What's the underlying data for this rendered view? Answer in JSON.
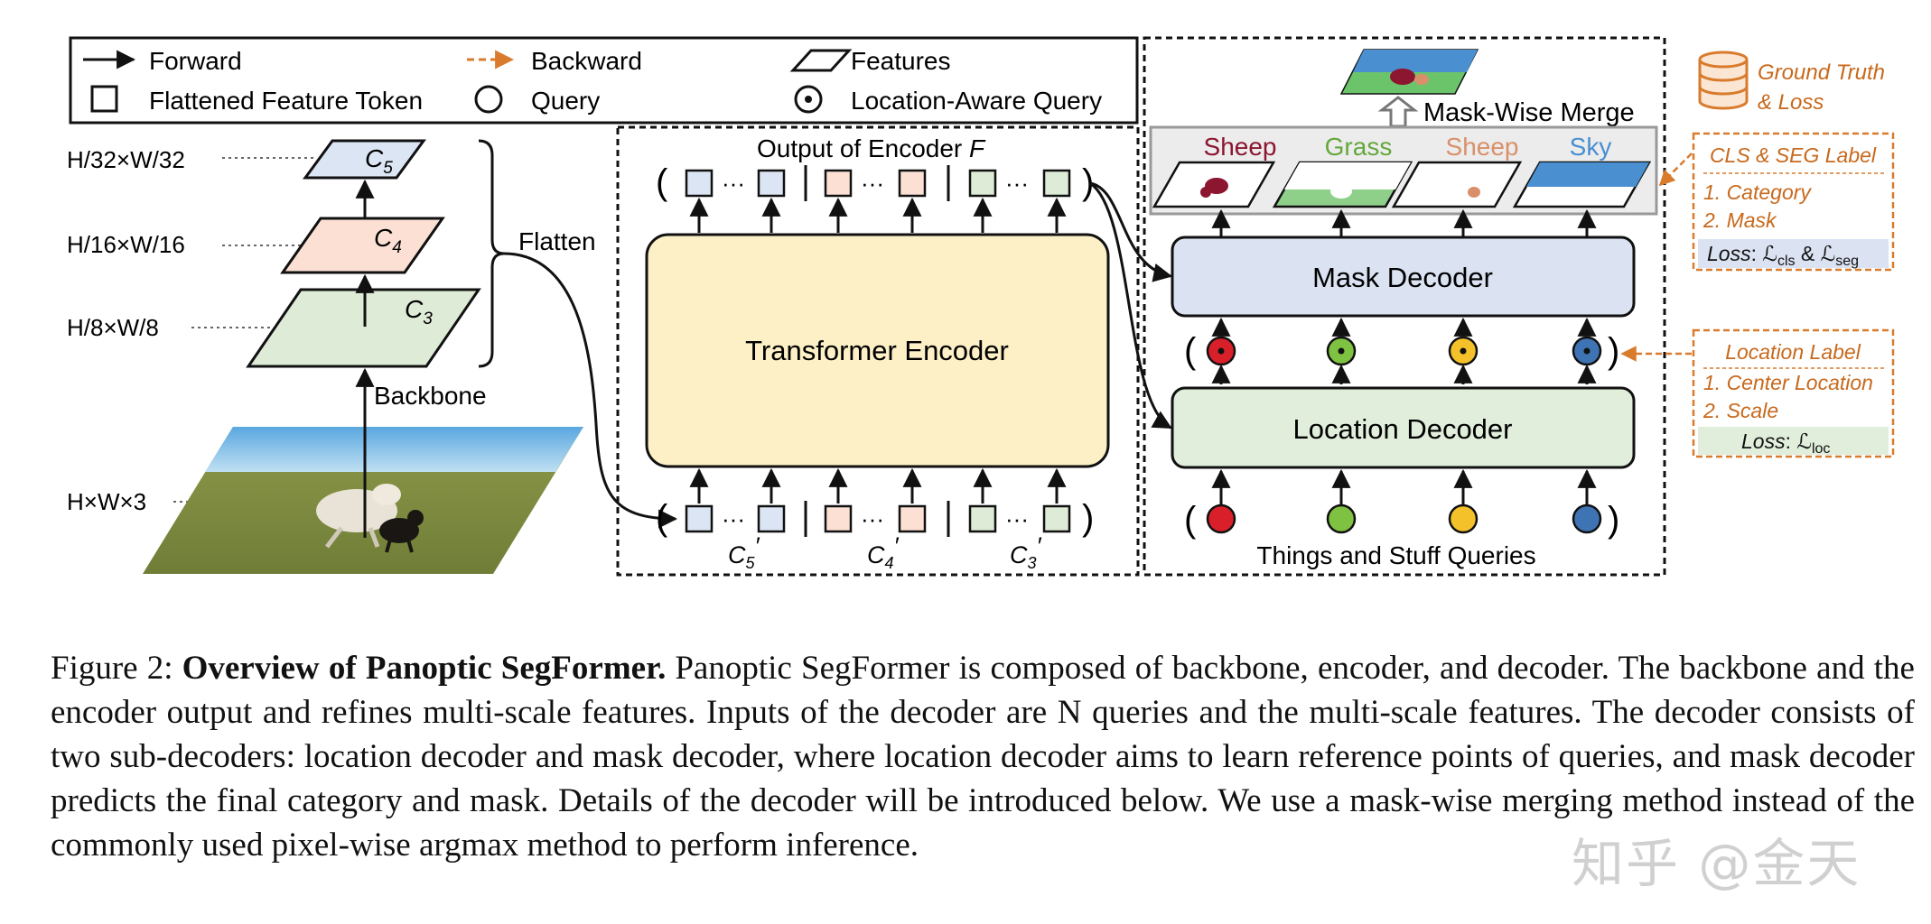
{
  "legend": {
    "forward": "Forward",
    "backward": "Backward",
    "features": "Features",
    "flattened_token": "Flattened Feature Token",
    "query": "Query",
    "location_query": "Location-Aware Query"
  },
  "backbone": {
    "scale_c5": "H/32×W/32",
    "scale_c4": "H/16×W/16",
    "scale_c3": "H/8×W/8",
    "scale_input": "H×W×3",
    "c5": "C",
    "c5_sub": "5",
    "c4": "C",
    "c4_sub": "4",
    "c3": "C",
    "c3_sub": "3",
    "flatten": "Flatten",
    "backbone": "Backbone"
  },
  "encoder": {
    "output_label": "Output of Encoder ",
    "output_symbol": "F",
    "transformer": "Transformer Encoder",
    "ellipsis": "···",
    "in_c5": "C",
    "in_c5_sub": "5",
    "in_c4": "C",
    "in_c4_sub": "4",
    "in_c3": "C",
    "in_c3_sub": "3",
    "prime": "′"
  },
  "decoder": {
    "merge": "Mask-Wise Merge",
    "sheep1": "Sheep",
    "grass": "Grass",
    "sheep2": "Sheep",
    "sky": "Sky",
    "mask_decoder": "Mask Decoder",
    "location_decoder": "Location Decoder",
    "queries": "Things and Stuff Queries"
  },
  "ground_truth": {
    "title_line1": "Ground Truth",
    "title_line2": "& Loss",
    "cls_seg_label": "CLS & SEG Label",
    "category": "1. Category",
    "mask": "2. Mask",
    "loss_word": "Loss",
    "cls_loss": ": ℒ",
    "cls_sub": "cls",
    "amp": " & ℒ",
    "seg_sub": "seg",
    "location_label": "Location Label",
    "center": "1. Center Location",
    "scale": "2. Scale",
    "loc_loss": ": ℒ",
    "loc_sub": "loc"
  },
  "caption": {
    "label": "Figure 2:",
    "title": "Overview of Panoptic SegFormer.",
    "body": "Panoptic SegFormer is composed of backbone, encoder, and decoder. The backbone and the encoder output and refines multi-scale features. Inputs of the decoder are N queries and the multi-scale features. The decoder consists of two sub-decoders: location decoder and mask decoder, where location decoder aims to learn reference points of queries, and mask decoder predicts the final category and mask. Details of the decoder will be introduced below. We use a mask-wise merging method instead of the commonly used pixel-wise argmax method to perform inference."
  },
  "watermark": "知乎 @金天",
  "colors": {
    "c5_fill": "#dbe5f4",
    "c4_fill": "#fbe0d3",
    "c3_fill": "#deebd6",
    "encoder_fill": "#fdf0c6",
    "mask_decoder_fill": "#dbe3f3",
    "location_decoder_fill": "#e0eedb",
    "orange": "#d97b2d",
    "red_query": "#d9202a",
    "green_query": "#7fc241",
    "yellow_query": "#f5c12b",
    "blue_query": "#3f74b4",
    "sheep1": "#8c1530",
    "grass": "#64a83c",
    "sheep2": "#d9906a",
    "sky": "#4a8fd0"
  }
}
